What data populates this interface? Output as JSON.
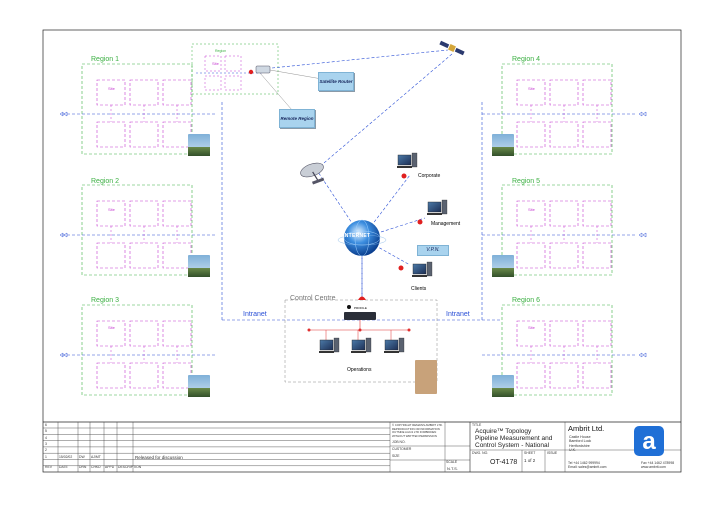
{
  "regions": [
    {
      "label": "Region 1"
    },
    {
      "label": "Region 2"
    },
    {
      "label": "Region 3"
    },
    {
      "label": "Region 4"
    },
    {
      "label": "Region 5"
    },
    {
      "label": "Region 6"
    }
  ],
  "site_label": "Site",
  "remote": {
    "small_label": "Region",
    "satellite_router": "Satellite Router",
    "remote_region": "Remote Region"
  },
  "center": {
    "internet": "INTERNET",
    "corporate": "Corporate",
    "management": "Management",
    "vpn": "V.P.N.",
    "clients": "Clients",
    "control_centre": "Control Centre",
    "operations": "Operations",
    "router_brand": "PROFILE",
    "intranet": "Intranet"
  },
  "colors": {
    "region_green": "#3cb043",
    "site_magenta": "#c43bd0",
    "network_blue": "#2a4fd6",
    "callout_blue": "#a9d3ee",
    "alarm_red": "#e02020"
  },
  "title_block": {
    "revisions": [
      {
        "rev": "6",
        "date": "",
        "drn": "",
        "chkd": "",
        "appd": "",
        "desc": ""
      },
      {
        "rev": "5",
        "date": "",
        "drn": "",
        "chkd": "",
        "appd": "",
        "desc": ""
      },
      {
        "rev": "4",
        "date": "",
        "drn": "",
        "chkd": "",
        "appd": "",
        "desc": ""
      },
      {
        "rev": "3",
        "date": "",
        "drn": "",
        "chkd": "",
        "appd": "",
        "desc": ""
      },
      {
        "rev": "2",
        "date": "",
        "drn": "",
        "chkd": "",
        "appd": "",
        "desc": ""
      },
      {
        "rev": "1",
        "date": "15/02/02",
        "drn": "DW",
        "chkd": "AJ/MT",
        "appd": "",
        "desc": "Released for discussion"
      }
    ],
    "rev_headers": [
      "REV",
      "DATE",
      "DRN",
      "CHKD",
      "APPD",
      "DESCRIPTION"
    ],
    "copyright": [
      "© COPYRIGHT REMAINS AMBRIT LTD.",
      "REPRODUCTION OR INFORMATION",
      "OUTSIDE Ambrit LTD FORBIDDEN",
      "WITHOUT WRITTEN PERMISSION"
    ],
    "job_no": "JOB NO.",
    "customer": "CUSTOMER",
    "size": "SIZE",
    "scale_label": "SCALE",
    "scale_value": "N.T.S.",
    "title_label": "TITLE",
    "title": [
      "Acquire™ Topology",
      "Pipeline Measurement and",
      "Control System - National"
    ],
    "dwg_no_label": "DWG. NO.",
    "dwg_no": "OT-4178",
    "sheet_label": "SHEET",
    "sheet": "1 of 2",
    "issue_label": "ISSUE",
    "company": "Ambrit Ltd.",
    "address": [
      "Castle House",
      "Bamford Lock",
      "Hertfordshire",
      "U.K."
    ],
    "contacts": [
      "Tel +44 1462 999994",
      "Email: sales@ambrit.com"
    ],
    "contacts_right": [
      "Fax +44 1462 478998",
      "www.ambrit.com"
    ]
  }
}
